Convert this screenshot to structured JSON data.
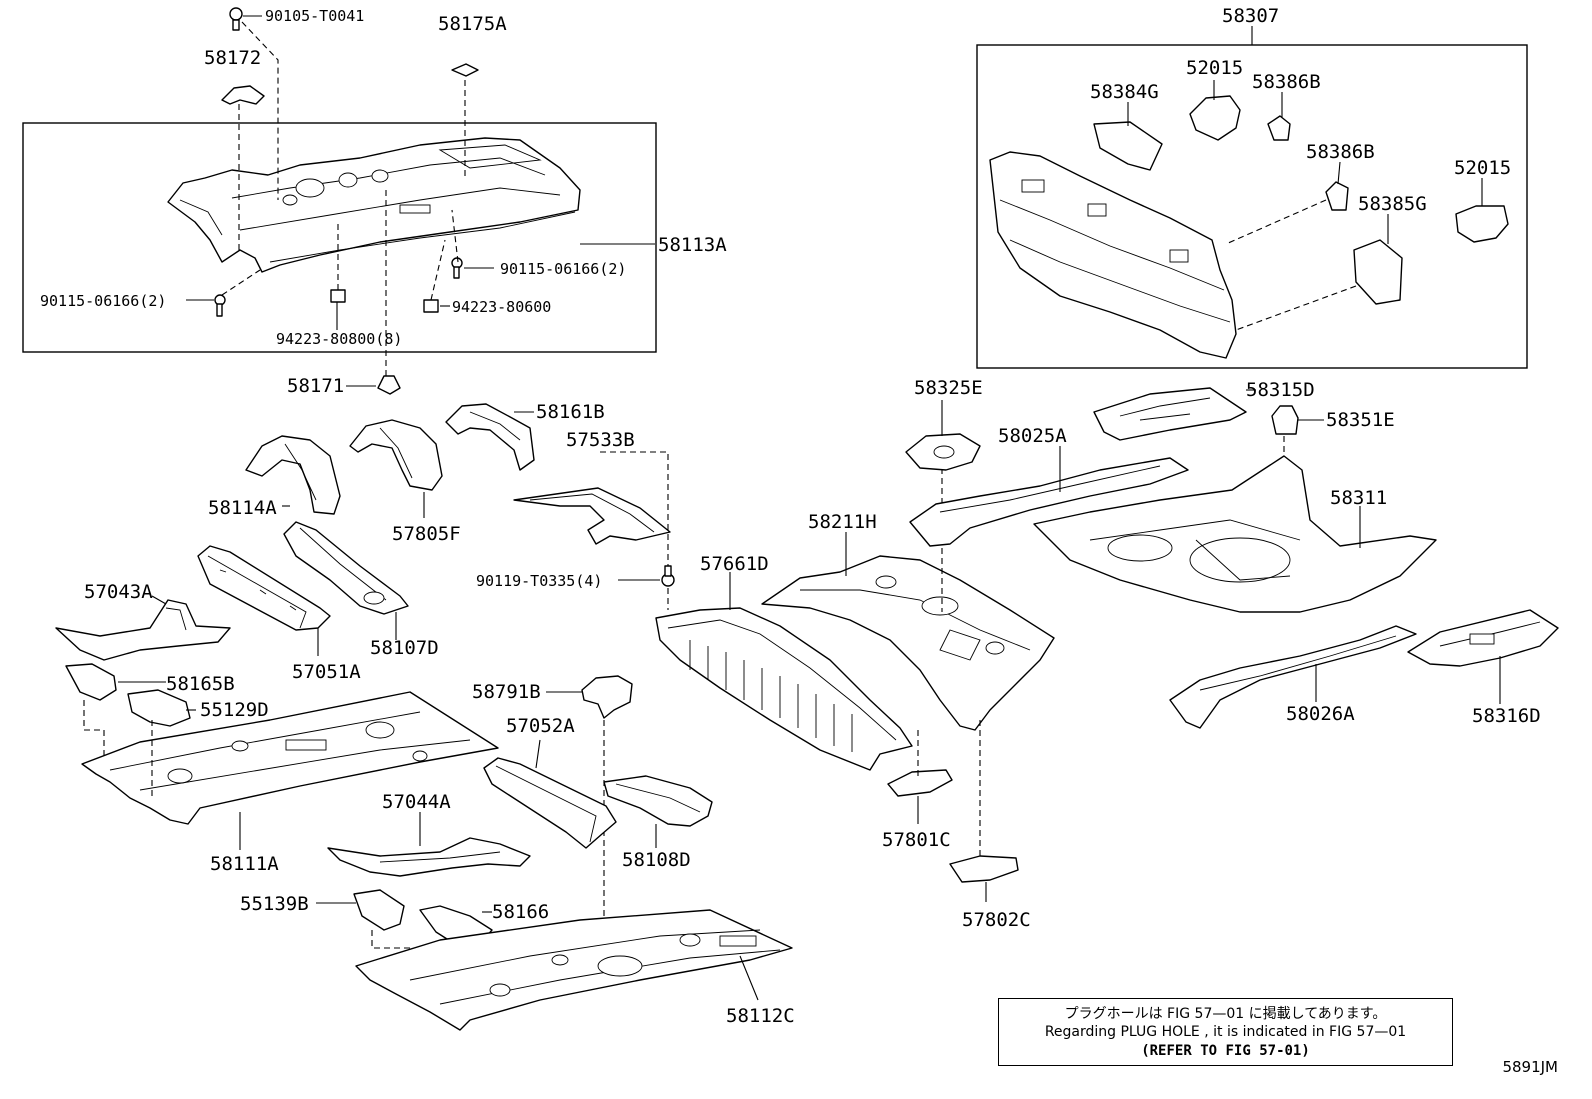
{
  "labels": {
    "p90105_T0041": "90105-T0041",
    "p58175A": "58175A",
    "p58172": "58172",
    "p58113A": "58113A",
    "p90115_06166_left": "90115-06166(2)",
    "p90115_06166_right": "90115-06166(2)",
    "p94223_80800": "94223-80800(8)",
    "p94223_80600": "94223-80600",
    "p58171": "58171",
    "p58161B": "58161B",
    "p57533B": "57533B",
    "p58114A": "58114A",
    "p57805F": "57805F",
    "p90119_T0335": "90119-T0335(4)",
    "p57043A": "57043A",
    "p57051A": "57051A",
    "p58107D": "58107D",
    "p58165B": "58165B",
    "p55129D": "55129D",
    "p58791B": "58791B",
    "p57052A": "57052A",
    "p58111A": "58111A",
    "p57044A": "57044A",
    "p58108D": "58108D",
    "p55139B": "55139B",
    "p58166": "58166",
    "p58112C": "58112C",
    "p57661D": "57661D",
    "p58211H": "58211H",
    "p57801C": "57801C",
    "p57802C": "57802C",
    "p58325E": "58325E",
    "p58025A": "58025A",
    "p58315D": "58315D",
    "p58351E": "58351E",
    "p58311": "58311",
    "p58026A": "58026A",
    "p58316D": "58316D",
    "p58307": "58307",
    "p58384G": "58384G",
    "p52015_top": "52015",
    "p58386B_top": "58386B",
    "p58386B_mid": "58386B",
    "p52015_right": "52015",
    "p58385G": "58385G"
  },
  "note": {
    "japanese": "プラグホールは FIG 57—01 に掲載してあります。",
    "english": "Regarding  PLUG  HOLE , it is indicated in FIG  57—01",
    "reference": "(REFER TO FIG 57-01)"
  },
  "diagram_code": "5891JM"
}
